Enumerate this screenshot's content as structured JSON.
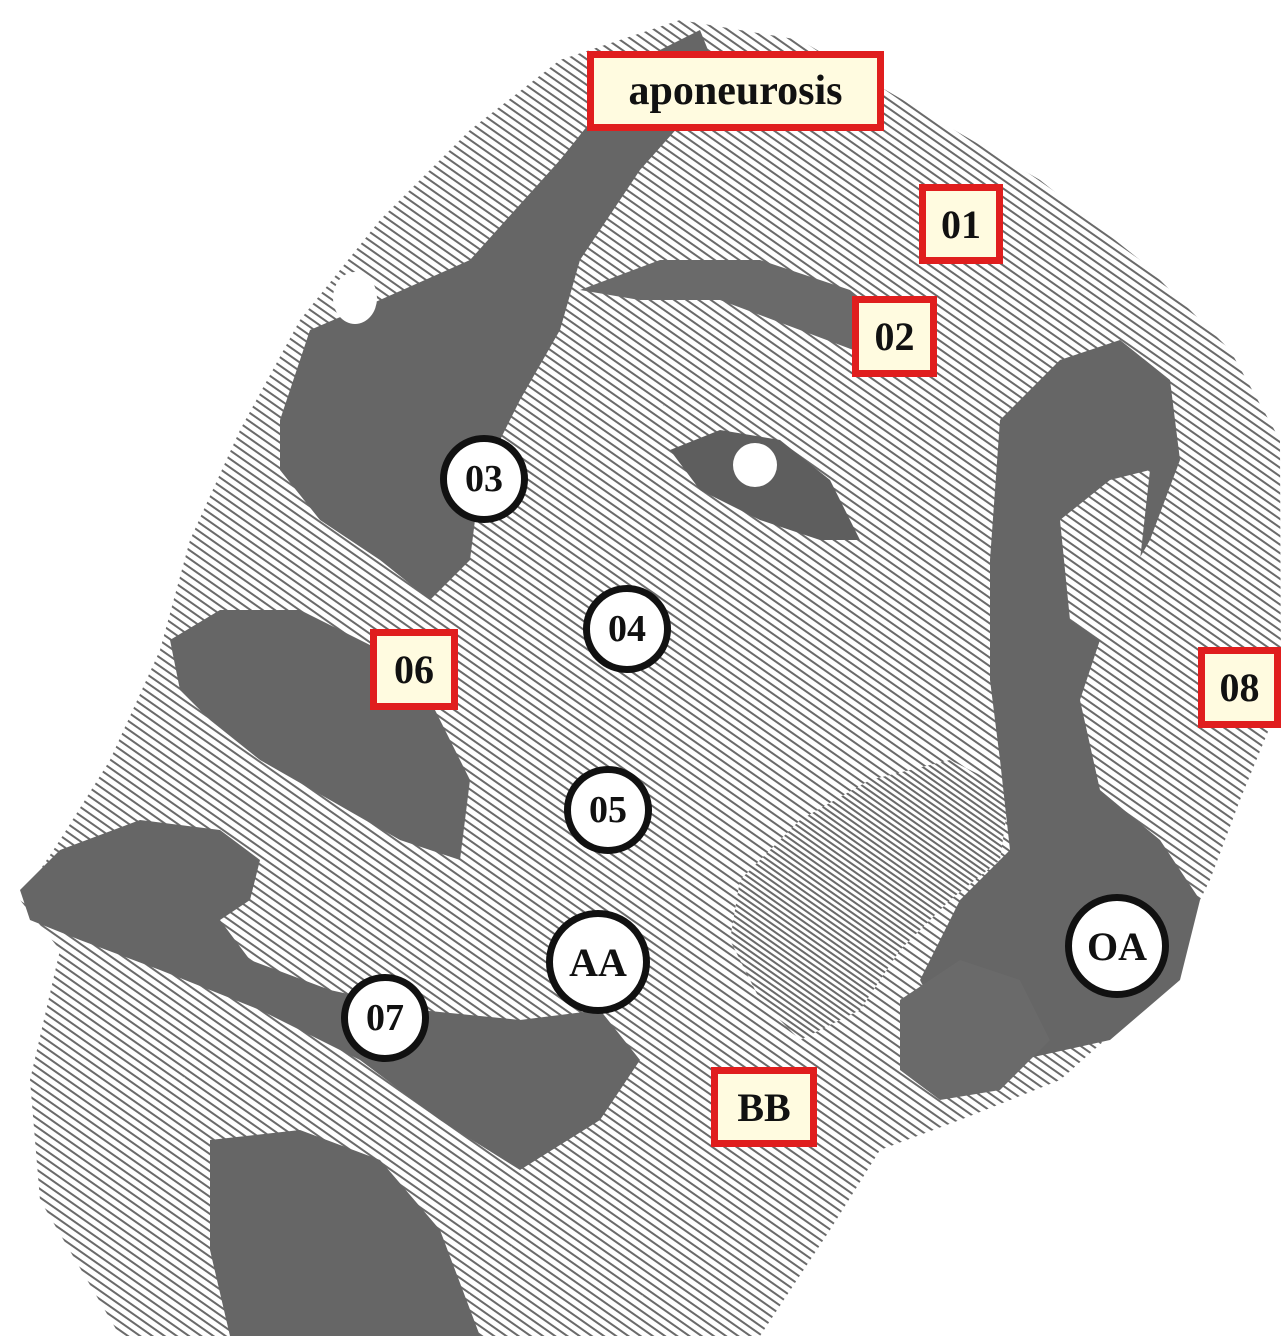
{
  "palette": {
    "shade": "#666666",
    "box_border": "#e01e1e",
    "box_fill": "#fffbe0",
    "circle_border": "#111111",
    "circle_fill": "#ffffff"
  },
  "labels": {
    "aponeurosis": "aponeurosis",
    "l01": "01",
    "l02": "02",
    "l03": "03",
    "l04": "04",
    "l05": "05",
    "l06": "06",
    "l07": "07",
    "l08": "08",
    "aa": "AA",
    "bb": "BB",
    "oa": "OA"
  }
}
